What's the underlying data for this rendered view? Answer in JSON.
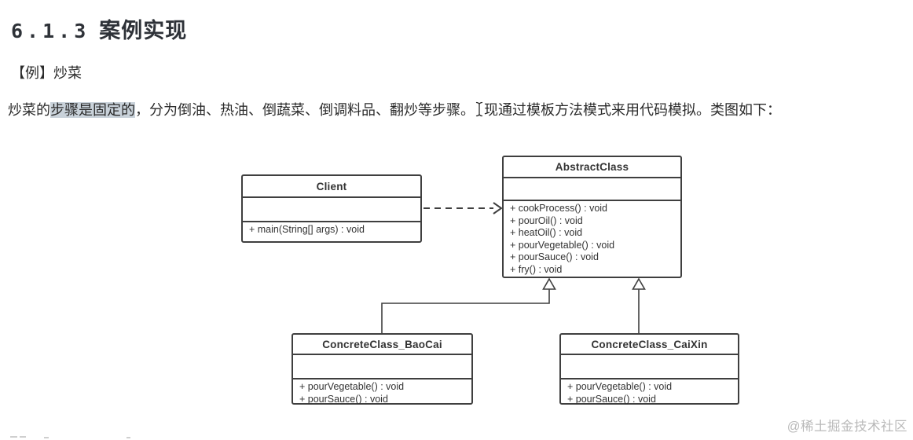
{
  "content": {
    "heading": {
      "number": "6.1.3",
      "title": "案例实现"
    },
    "example_label": "【例】炒菜",
    "paragraph": {
      "pre": "炒菜的",
      "highlight": "步骤是固定的",
      "mid": "，分为倒油、热油、倒蔬菜、倒调料品、翻炒等步骤。",
      "post": "现通过模板方法模式来用代码模拟。类图如下："
    },
    "watermark": "@稀土掘金技术社区"
  },
  "diagram": {
    "type": "uml-class-diagram",
    "classes": [
      {
        "name": "Client",
        "attributes": [],
        "methods": [
          "+ main(String[] args) : void"
        ]
      },
      {
        "name": "AbstractClass",
        "attributes": [],
        "methods": [
          "+ cookProcess() : void",
          "+ pourOil() : void",
          "+ heatOil() : void",
          "+ pourVegetable() : void",
          "+ pourSauce() : void",
          "+ fry() : void"
        ]
      },
      {
        "name": "ConcreteClass_BaoCai",
        "attributes": [],
        "methods": [
          "+ pourVegetable() : void",
          "+ pourSauce() : void"
        ]
      },
      {
        "name": "ConcreteClass_CaiXin",
        "attributes": [],
        "methods": [
          "+ pourVegetable() : void",
          "+ pourSauce() : void"
        ]
      }
    ],
    "relations": [
      {
        "from": "Client",
        "to": "AbstractClass",
        "type": "dashed-dependency-arrow"
      },
      {
        "from": "ConcreteClass_BaoCai",
        "to": "AbstractClass",
        "type": "inheritance-generalization"
      },
      {
        "from": "ConcreteClass_CaiXin",
        "to": "AbstractClass",
        "type": "inheritance-generalization"
      }
    ]
  },
  "colors": {
    "page_background": "#ffffff",
    "heading_text": "#2e3238",
    "body_text": "#2b2b2b",
    "selection_highlight": "#c9d2da",
    "box_border": "#3f3f3f",
    "diagram_text": "#333333",
    "watermark_text": "#b9b9b9"
  }
}
